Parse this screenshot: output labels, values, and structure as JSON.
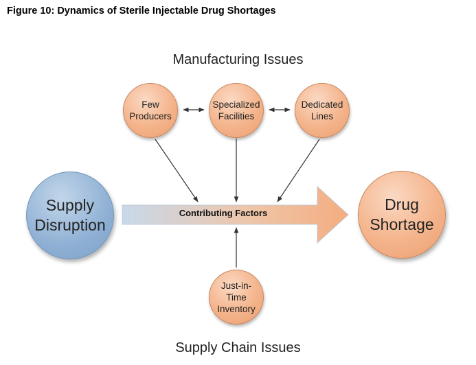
{
  "figure_title": "Figure 10: Dynamics of Sterile Injectable Drug Shortages",
  "groups": {
    "manufacturing": "Manufacturing Issues",
    "supply_chain": "Supply Chain Issues"
  },
  "nodes": {
    "few_producers": "Few\nProducers",
    "specialized_facilities": "Specialized\nFacilities",
    "dedicated_lines": "Dedicated\nLines",
    "jit_inventory": "Just-in-\nTime\nInventory",
    "supply_disruption": "Supply\nDisruption",
    "drug_shortage": "Drug\nShortage"
  },
  "arrow_label": "Contributing Factors",
  "colors": {
    "orange": "#f4b48c",
    "blue": "#8fb0d4",
    "arrow_start": "#c8d9ea",
    "arrow_end": "#f4b48c"
  }
}
